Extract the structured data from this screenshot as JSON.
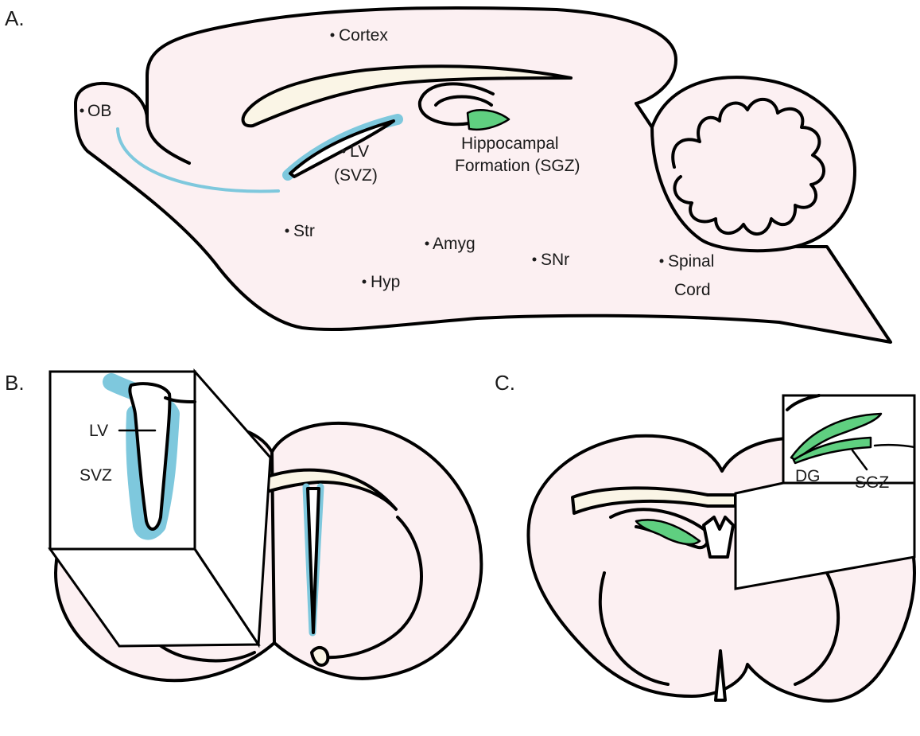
{
  "panels": {
    "a": "A.",
    "b": "B.",
    "c": "C."
  },
  "sagittal_labels": {
    "cortex": "Cortex",
    "ob": "OB",
    "lv": "LV",
    "svz": "(SVZ)",
    "hippo_1": "Hippocampal",
    "hippo_2": "Formation (SGZ)",
    "str": "Str",
    "amyg": "Amyg",
    "snr": "SNr",
    "hyp": "Hyp",
    "spinal_1": "Spinal",
    "spinal_2": "Cord"
  },
  "coronal_b_labels": {
    "lv": "LV",
    "svz": "SVZ"
  },
  "coronal_c_labels": {
    "dg": "DG",
    "sgz": "SGZ"
  },
  "colors": {
    "tissue": "#fcf0f2",
    "white_matter": "#faf5e6",
    "svz_highlight": "#7ec8dd",
    "sgz_highlight": "#5fcf80"
  }
}
